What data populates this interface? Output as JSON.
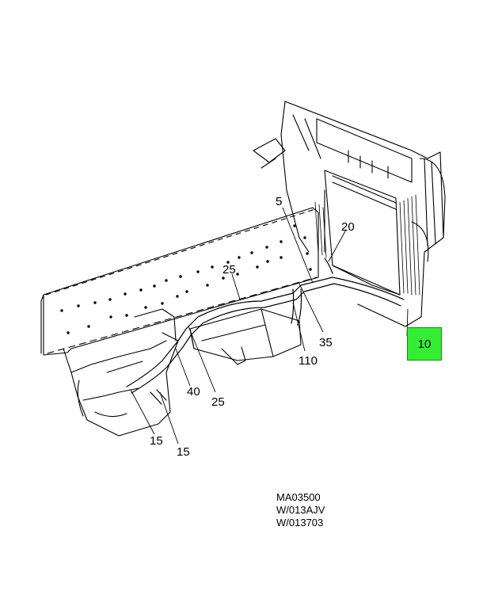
{
  "callouts": {
    "c5": "5",
    "c20": "20",
    "c25a": "25",
    "c35": "35",
    "c110": "110",
    "c10": "10",
    "c40": "40",
    "c25b": "25",
    "c15a": "15",
    "c15b": "15"
  },
  "references": {
    "line1": "MA03500",
    "line2": "W/013AJV",
    "line3": "W/013703"
  },
  "highlight_color": "#33ee33"
}
